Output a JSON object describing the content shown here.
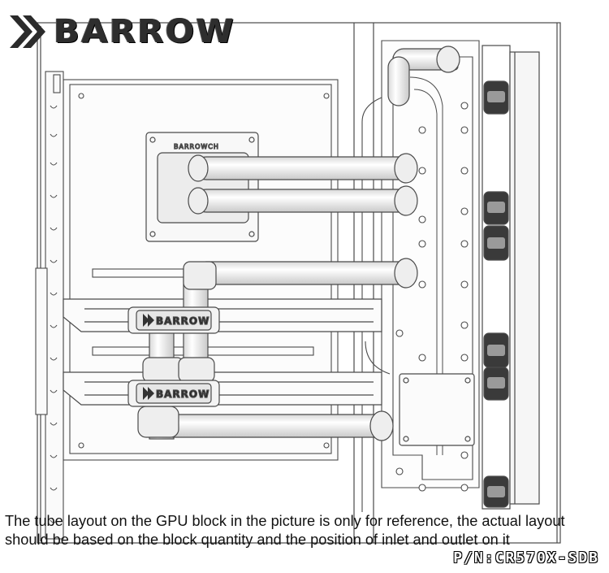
{
  "brand": {
    "name": "BARROW",
    "icon": "barrow-chevron-logo-icon"
  },
  "cpu_block": {
    "label": "BARROWCH"
  },
  "gpu_bridges": [
    {
      "label": "BARROW"
    },
    {
      "label": "BARROW"
    }
  ],
  "caption": {
    "line1": "The tube layout on the GPU block in the picture is only for reference, the actual layout",
    "line2": "should be based on the block quantity and the position of inlet and outlet on it"
  },
  "part_number": "P/N:CR570X-SDB",
  "colors": {
    "line": "#4a4a4a",
    "tube_fill": "#f2f2f2",
    "panel_fill": "#ffffff",
    "caption_text": "#111111"
  }
}
